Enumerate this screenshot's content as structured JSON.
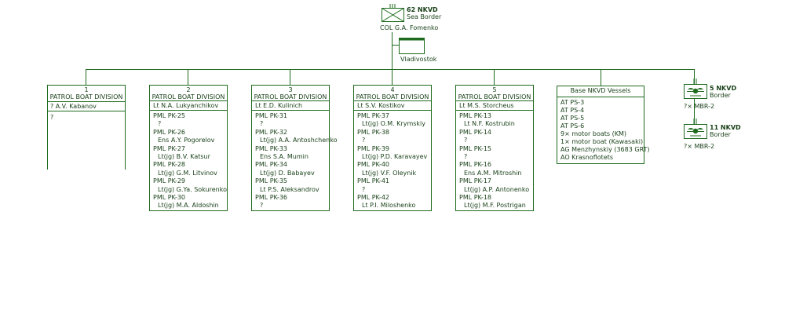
{
  "hq": {
    "echelon": "III",
    "name_line1": "62 NKVD",
    "name_line2": "Sea Border",
    "commander": "COL G.A. Fomenko",
    "location": "Vladivostok"
  },
  "divisions": [
    {
      "number": "1",
      "title": "PATROL BOAT DIVISION",
      "commander": "?  A.V. Kabanov",
      "entries": [
        "?"
      ]
    },
    {
      "number": "2",
      "title": "PATROL BOAT DIVISION",
      "commander": "Lt  N.A. Lukyanchikov",
      "entries": [
        {
          "ship": "PML  PK-25",
          "cmdr": "?"
        },
        {
          "ship": "PML  PK-26",
          "cmdr": "Ens  A.Y. Pogorelov"
        },
        {
          "ship": "PML  PK-27",
          "cmdr": "Lt(jg)  B.V. Katsur"
        },
        {
          "ship": "PML  PK-28",
          "cmdr": "Lt(jg)  G.M. Litvinov"
        },
        {
          "ship": "PML  PK-29",
          "cmdr": "Lt(jg)  G.Ya. Sokurenko"
        },
        {
          "ship": "PML  PK-30",
          "cmdr": "Lt(jg)  M.A. Aldoshin"
        }
      ]
    },
    {
      "number": "3",
      "title": "PATROL BOAT DIVISION",
      "commander": "Lt  E.D. Kulinich",
      "entries": [
        {
          "ship": "PML  PK-31",
          "cmdr": "?"
        },
        {
          "ship": "PML  PK-32",
          "cmdr": "Lt(jg)  A.A. Antoshchenko"
        },
        {
          "ship": "PML  PK-33",
          "cmdr": "Ens  S.A. Mumin"
        },
        {
          "ship": "PML  PK-34",
          "cmdr": "Lt(jg)  D. Babayev"
        },
        {
          "ship": "PML  PK-35",
          "cmdr": "Lt  P.S. Aleksandrov"
        },
        {
          "ship": "PML  PK-36",
          "cmdr": "?"
        }
      ]
    },
    {
      "number": "4",
      "title": "PATROL BOAT DIVISION",
      "commander": "Lt  S.V. Kostikov",
      "entries": [
        {
          "ship": "PML  PK-37",
          "cmdr": "Lt(jg)  O.M. Krymskiy"
        },
        {
          "ship": "PML  PK-38",
          "cmdr": "?"
        },
        {
          "ship": "PML  PK-39",
          "cmdr": "Lt(jg)  P.D. Karavayev"
        },
        {
          "ship": "PML  PK-40",
          "cmdr": "Lt(jg)  V.F. Oleynik"
        },
        {
          "ship": "PML  PK-41",
          "cmdr": "?"
        },
        {
          "ship": "PML  PK-42",
          "cmdr": "Lt  P.I. Miloshenko"
        }
      ]
    },
    {
      "number": "5",
      "title": "PATROL BOAT DIVISION",
      "commander": "Lt  M.S. Storcheus",
      "entries": [
        {
          "ship": "PML  PK-13",
          "cmdr": "Lt  N.F. Kostrubin"
        },
        {
          "ship": "PML  PK-14",
          "cmdr": "?"
        },
        {
          "ship": "PML  PK-15",
          "cmdr": "?"
        },
        {
          "ship": "PML  PK-16",
          "cmdr": "Ens  A.M. Mitroshin"
        },
        {
          "ship": "PML  PK-17",
          "cmdr": "Lt(jg)  A.P. Antonenko"
        },
        {
          "ship": "PML  PK-18",
          "cmdr": "Lt(jg)  M.F. Postrigan"
        }
      ]
    }
  ],
  "vessels": {
    "title": "Base NKVD Vessels",
    "items": [
      "AT  PS-3",
      "AT  PS-4",
      "AT  PS-5",
      "AT  PS-6",
      "9× motor boats (KM)",
      "1× motor boat (Kawasaki)",
      "AG Menzhynskiy (3683 GRT)",
      "AO Krasnoflotets"
    ]
  },
  "border_units": [
    {
      "echelon": "II",
      "name_line1": "5 NKVD",
      "name_line2": "Border",
      "equipment": "?× MBR-2"
    },
    {
      "echelon": "II",
      "name_line1": "11 NKVD",
      "name_line2": "Border",
      "equipment": "?× MBR-2"
    }
  ],
  "colors": {
    "line": "#1e6b1e",
    "text": "#173F17"
  }
}
